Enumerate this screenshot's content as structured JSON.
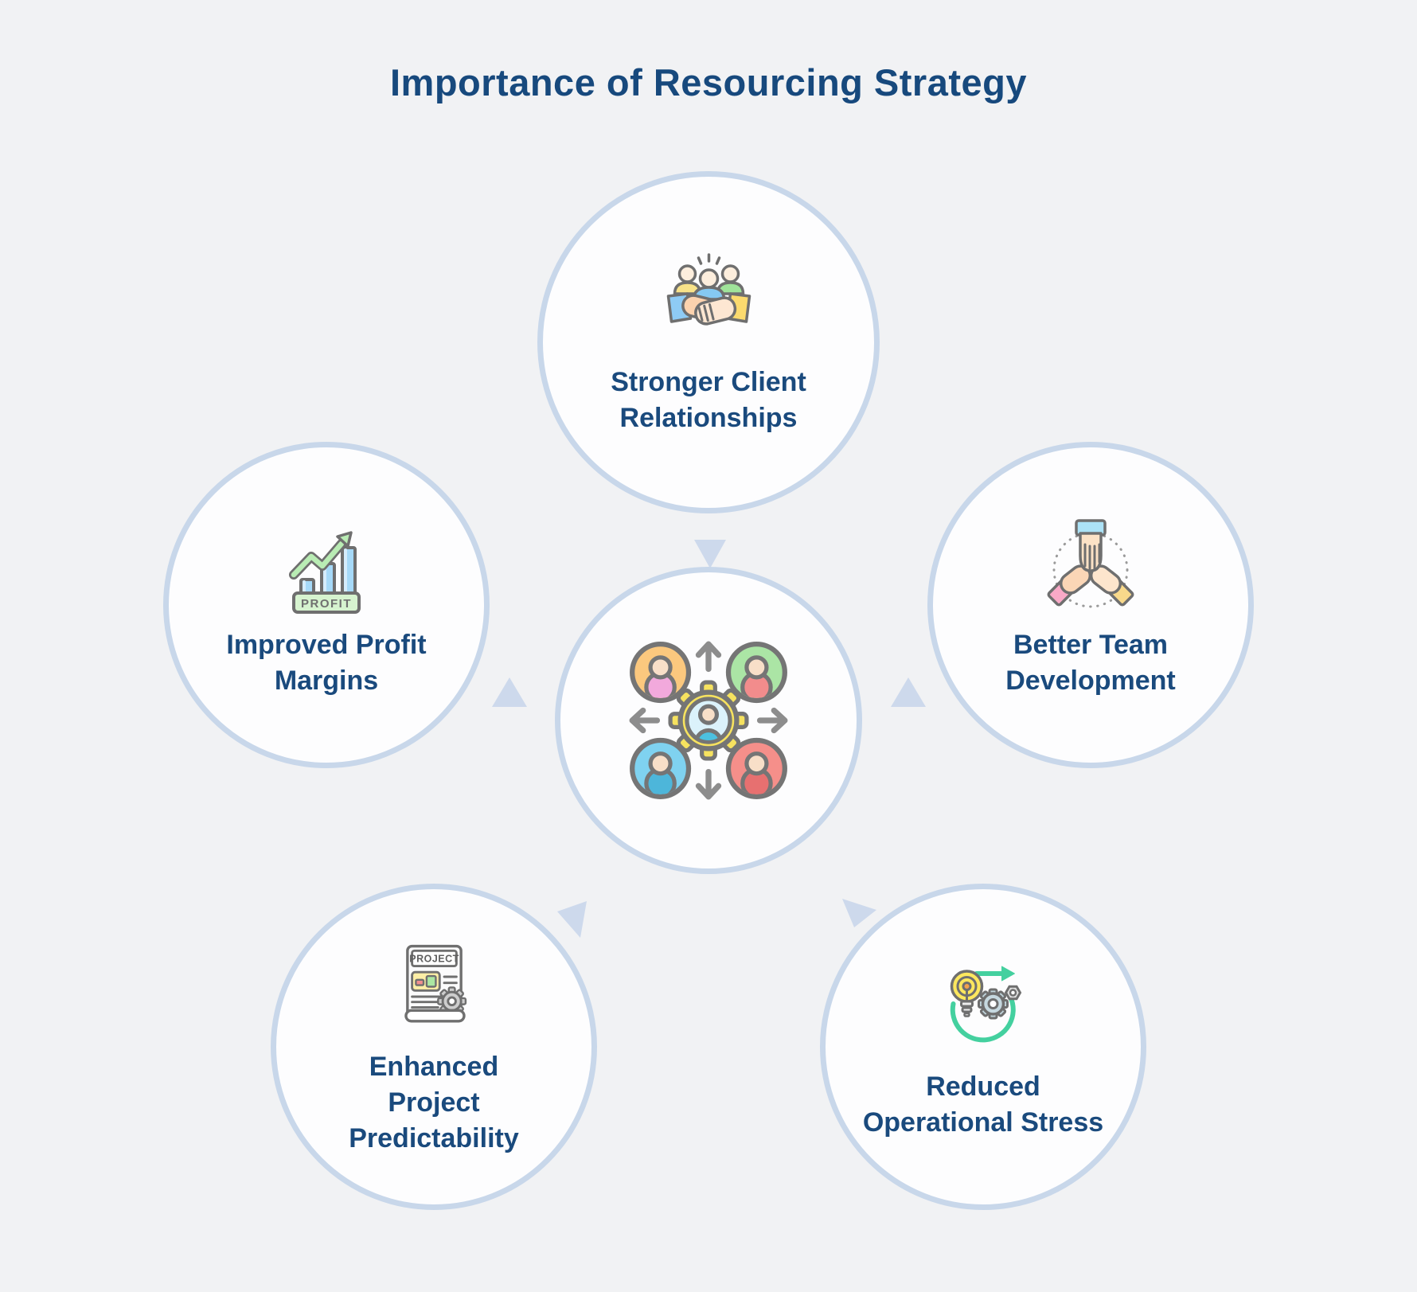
{
  "title": "Importance of Resourcing Strategy",
  "colors": {
    "background": "#f1f2f4",
    "circle_border": "#c8d7ea",
    "circle_fill": "#fdfdfe",
    "heading_text": "#17497d",
    "label_text": "#1a4a7d",
    "triangle": "#cdd9ec",
    "icon_outline": "#6f6f6f",
    "accent_green": "#44d09f",
    "accent_yellow": "#f6e25f"
  },
  "center_node": {
    "icon": "resource-allocation-icon"
  },
  "nodes": [
    {
      "id": "stronger-client-relationships",
      "icon": "client-handshake-icon",
      "label": "Stronger Client Relationships",
      "lines": [
        "Stronger Client",
        "Relationships"
      ]
    },
    {
      "id": "improved-profit-margins",
      "icon": "profit-chart-icon",
      "label": "Improved Profit Margins",
      "lines": [
        "Improved Profit",
        "Margins"
      ]
    },
    {
      "id": "better-team-development",
      "icon": "team-hands-icon",
      "label": "Better Team Development",
      "lines": [
        "Better Team",
        "Development"
      ]
    },
    {
      "id": "enhanced-project-predictability",
      "icon": "project-document-icon",
      "label": "Enhanced Project Predictability",
      "lines": [
        "Enhanced",
        "Project",
        "Predictability"
      ]
    },
    {
      "id": "reduced-operational-stress",
      "icon": "idea-process-icon",
      "label": "Reduced Operational Stress",
      "lines": [
        "Reduced",
        "Operational Stress"
      ]
    }
  ],
  "icon_labels": {
    "profit_badge": "PROFIT",
    "project_header": "PROJECT"
  }
}
